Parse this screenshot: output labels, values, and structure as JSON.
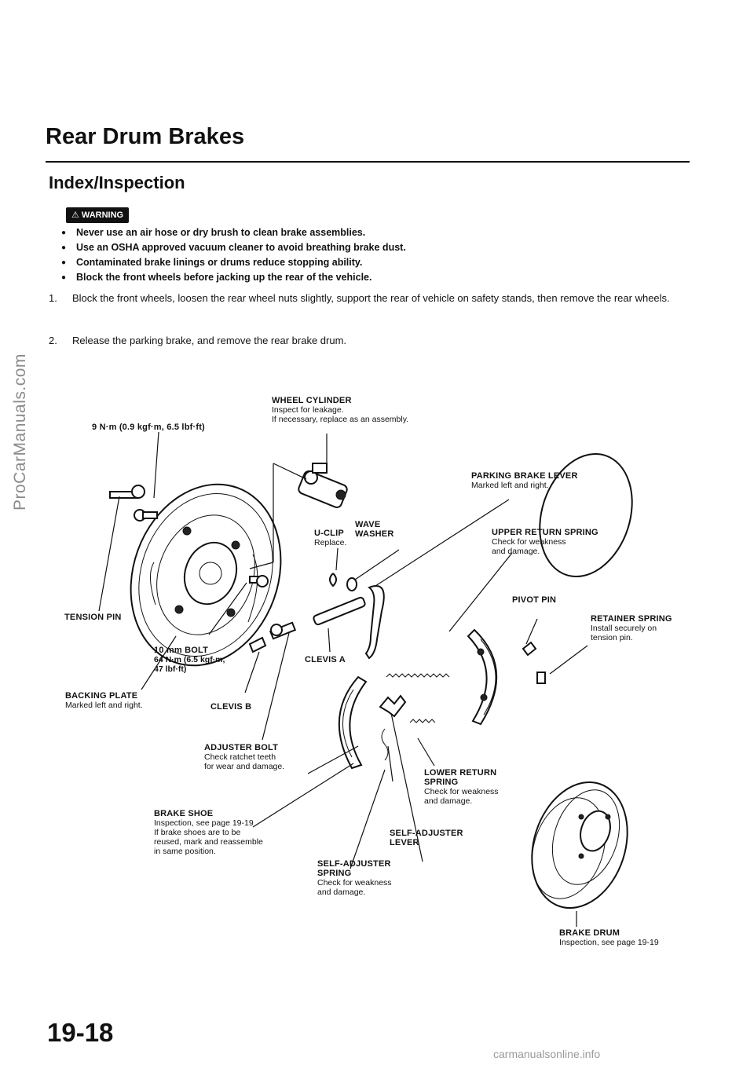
{
  "watermark": "ProCarManuals.com",
  "header": {
    "title": "Rear Drum Brakes",
    "section": "Index/Inspection"
  },
  "warning": {
    "badge": "⚠ WARNING",
    "items": [
      "Never use an air hose or dry brush to clean brake assemblies.",
      "Use an OSHA approved vacuum cleaner to avoid breathing brake dust.",
      "Contaminated brake linings or drums reduce stopping ability.",
      "Block the front wheels before jacking up the rear of the vehicle."
    ]
  },
  "steps": [
    {
      "num": "1.",
      "text": "Block the front wheels, loosen the rear wheel nuts slightly, support the rear of vehicle on safety stands, then remove the rear wheels."
    },
    {
      "num": "2.",
      "text": "Release the parking brake, and remove the rear brake drum."
    }
  ],
  "labels": {
    "torque_9": {
      "title": "9 N·m (0.9 kgf·m, 6.5 lbf·ft)"
    },
    "wheel_cylinder": {
      "title": "WHEEL CYLINDER",
      "lines": [
        "Inspect for leakage.",
        "If necessary, replace as an assembly."
      ]
    },
    "parking_brake_lever": {
      "title": "PARKING BRAKE LEVER",
      "lines": [
        "Marked left and right."
      ]
    },
    "u_clip": {
      "title": "U-CLIP",
      "lines": [
        "Replace."
      ]
    },
    "wave_washer": {
      "title": "WAVE",
      "title2": "WASHER"
    },
    "upper_return_spring": {
      "title": "UPPER RETURN SPRING",
      "lines": [
        "Check for weakness",
        "and damage."
      ]
    },
    "pivot_pin": {
      "title": "PIVOT PIN"
    },
    "retainer_spring": {
      "title": "RETAINER SPRING",
      "lines": [
        "Install securely on",
        "tension pin."
      ]
    },
    "tension_pin": {
      "title": "TENSION PIN"
    },
    "bolt_10mm": {
      "title": "10 mm BOLT",
      "lines": [
        "64 N·m (6.5 kgf·m,",
        "47 lbf·ft)"
      ]
    },
    "clevis_a": {
      "title": "CLEVIS A"
    },
    "backing_plate": {
      "title": "BACKING PLATE",
      "lines": [
        "Marked left and right."
      ]
    },
    "clevis_b": {
      "title": "CLEVIS B"
    },
    "adjuster_bolt": {
      "title": "ADJUSTER BOLT",
      "lines": [
        "Check ratchet teeth",
        "for wear and damage."
      ]
    },
    "lower_return_spring": {
      "title": "LOWER RETURN",
      "title2": "SPRING",
      "lines": [
        "Check for weakness",
        "and damage."
      ]
    },
    "brake_shoe": {
      "title": "BRAKE SHOE",
      "lines": [
        "Inspection, see page 19-19",
        "If brake shoes are to be",
        "reused, mark and reassemble",
        "in same position."
      ]
    },
    "self_adjuster_lever": {
      "title": "SELF-ADJUSTER",
      "title2": "LEVER"
    },
    "self_adjuster_spring": {
      "title": "SELF-ADJUSTER",
      "title2": "SPRING",
      "lines": [
        "Check for weakness",
        "and damage."
      ]
    },
    "brake_drum": {
      "title": "BRAKE DRUM",
      "lines": [
        "Inspection, see page 19-19"
      ]
    }
  },
  "page_number": "19-18",
  "footer": "carmanualsonline.info"
}
